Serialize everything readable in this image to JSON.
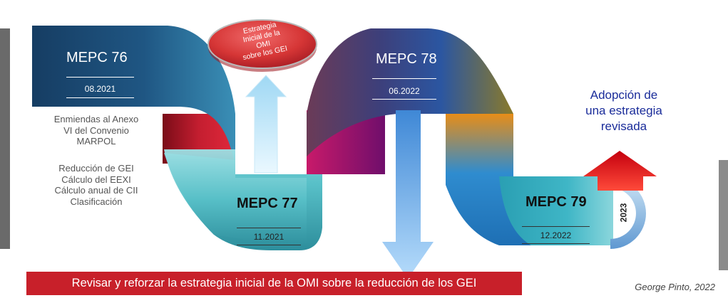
{
  "meetings": [
    {
      "name": "MEPC 76",
      "date": "08.2021"
    },
    {
      "name": "MEPC 77",
      "date": "11.2021"
    },
    {
      "name": "MEPC 78",
      "date": "06.2022"
    },
    {
      "name": "MEPC 79",
      "date": "12.2022"
    }
  ],
  "strategy_circle": {
    "lines": [
      "Estrategia",
      "Inicial de la",
      "OMI",
      "sobre los GEI"
    ]
  },
  "mepc76_notes": {
    "group1": [
      "Enmiendas al Anexo",
      "VI del Convenio",
      "MARPOL"
    ],
    "group2": [
      "Reducción de GEI",
      "Cálculo del EEXI",
      "Cálculo anual de CII",
      "Clasificación"
    ]
  },
  "adoption": {
    "lines": [
      "Adopción de",
      "una estrategia",
      "revisada"
    ]
  },
  "year_badge": "2023",
  "bottom_banner": "Revisar y reforzar la estrategia inicial de la OMI sobre la reducción de los GEI",
  "credit": "George Pinto, 2022",
  "colors": {
    "accent_red": "#c8202a",
    "mepc76_blue": "#1d4d74",
    "teal": "#5ec4cc",
    "purple": "#9a1a7c",
    "adoption_text": "#1a2c9a"
  }
}
